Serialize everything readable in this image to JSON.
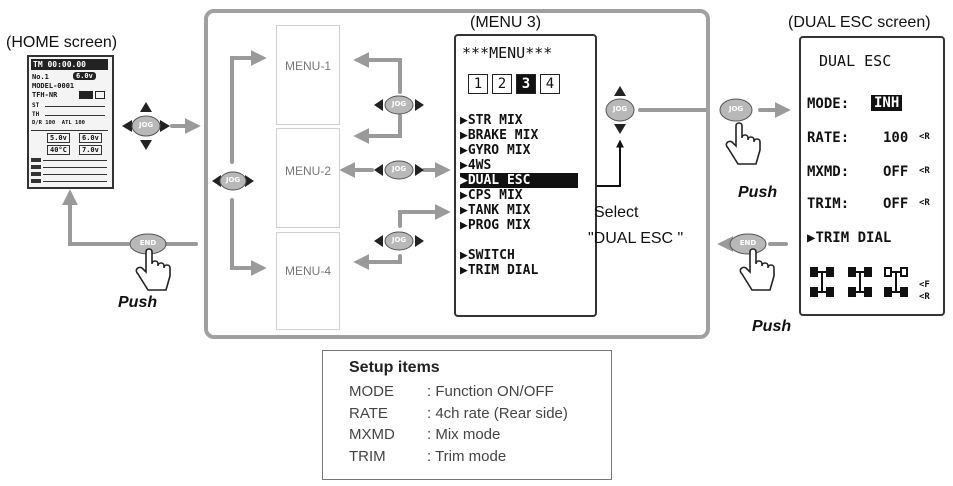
{
  "home": {
    "caption": "(HOME screen)",
    "lcd": {
      "timer": "TM 00:00.00",
      "model_no": "No.1",
      "voltage_badge": "6.0v",
      "model_name": "MODEL-0001",
      "model_type": "TFH-NR",
      "rows": [
        "ST",
        "TH",
        "D/R 100  ATL 100"
      ],
      "volt1": "5.0v",
      "volt2": "6.0v",
      "temp": "40°C",
      "volt3": "7.0v"
    }
  },
  "menu_panel": {
    "title": "(MENU 3)",
    "boxes": [
      "MENU-1",
      "MENU-2",
      "MENU-4"
    ],
    "lcd": {
      "header": "***MENU***",
      "tabs": [
        "1",
        "2",
        "3",
        "4"
      ],
      "active_tab": "3",
      "items": [
        "STR MIX",
        "BRAKE MIX",
        "GYRO MIX",
        "4WS",
        "DUAL ESC",
        "CPS MIX",
        "TANK MIX",
        "PROG MIX",
        "",
        "SWITCH",
        "TRIM DIAL"
      ],
      "selected_item": "DUAL ESC"
    },
    "select_line1": "Select",
    "select_line2": "\"DUAL ESC \""
  },
  "dual_esc": {
    "caption": "(DUAL ESC screen)",
    "lcd": {
      "title": "DUAL ESC",
      "mode_label": "MODE:",
      "mode_value": "INH",
      "rate_label": "RATE:",
      "rate_value": "100",
      "mxmd_label": "MXMD:",
      "mxmd_value": "OFF",
      "trim_label": "TRIM:",
      "trim_value": "OFF",
      "trim_dial": "TRIM DIAL",
      "r_mark": "R",
      "f_mark": "F"
    }
  },
  "buttons": {
    "jog": "JOG",
    "end": "END",
    "push": "Push"
  },
  "setup": {
    "title": "Setup items",
    "rows": [
      {
        "key": "MODE",
        "desc": ": Function ON/OFF"
      },
      {
        "key": "RATE",
        "desc": ": 4ch rate (Rear side)"
      },
      {
        "key": "MXMD",
        "desc": ": Mix mode"
      },
      {
        "key": "TRIM",
        "desc": ": Trim mode"
      }
    ]
  },
  "colors": {
    "arrow": "#9a9a9a",
    "jog_fill": "#b8b8b8",
    "dark": "#111111"
  }
}
